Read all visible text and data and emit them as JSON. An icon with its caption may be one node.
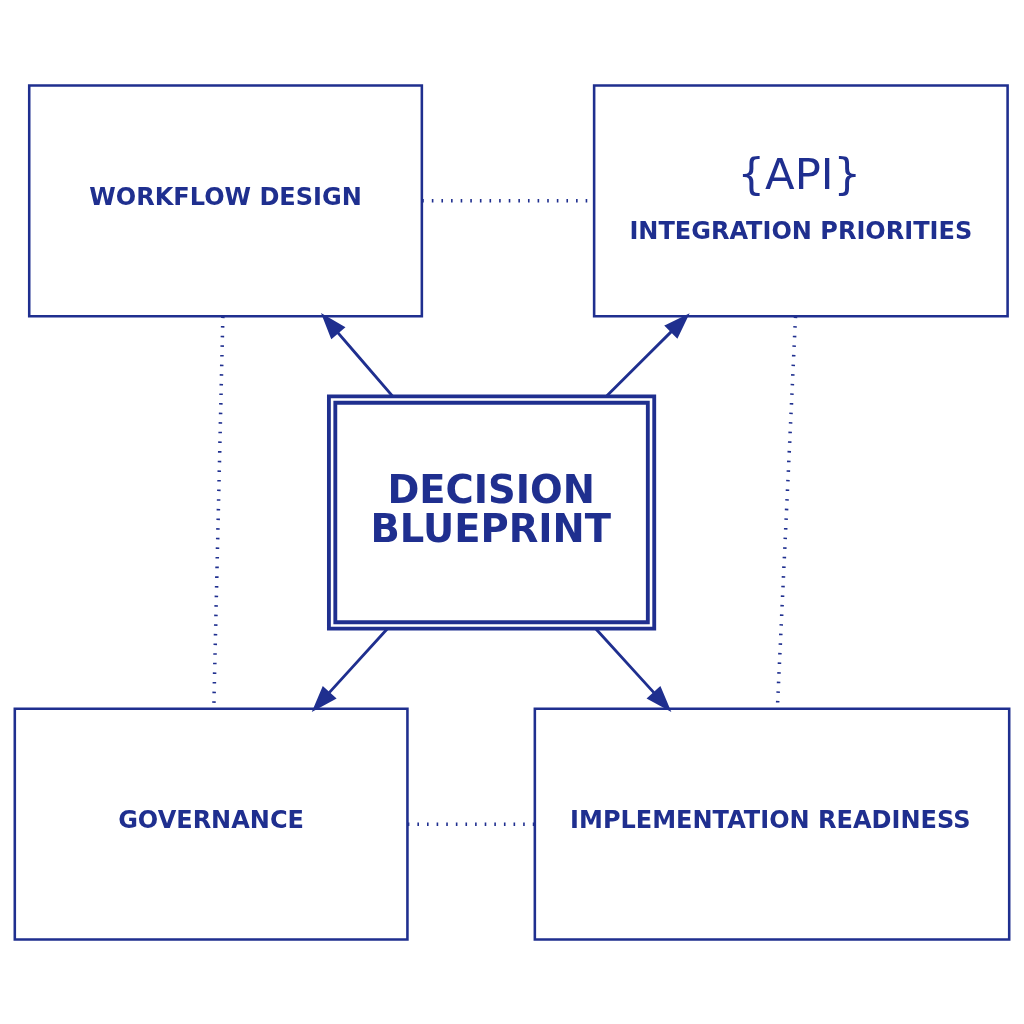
{
  "diagram": {
    "nodes": [
      {
        "text": [
          "WORKFLOW DESIGN"
        ]
      },
      {
        "text": [
          "{API}",
          "INTEGRATION PRIORITIES"
        ]
      },
      {
        "text": [
          "DECISION BLUEPRINT"
        ]
      },
      {
        "text": [
          "GOVERNANCE"
        ]
      },
      {
        "text": [
          "IMPLEMENTATION READINESS"
        ]
      }
    ],
    "edges": [
      {
        "from": 2,
        "to": 0,
        "arrow": "to"
      },
      {
        "from": 2,
        "to": 1,
        "arrow": "to"
      },
      {
        "from": 2,
        "to": 3,
        "arrow": "to"
      },
      {
        "from": 2,
        "to": 4,
        "arrow": "to"
      },
      {
        "from": 0,
        "to": 1,
        "arrow": "none",
        "style": "dashed"
      },
      {
        "from": 0,
        "to": 3,
        "arrow": "none",
        "style": "dashed"
      },
      {
        "from": 1,
        "to": 4,
        "arrow": "none",
        "style": "dashed"
      },
      {
        "from": 3,
        "to": 4,
        "arrow": "none",
        "style": "dashed"
      }
    ]
  }
}
